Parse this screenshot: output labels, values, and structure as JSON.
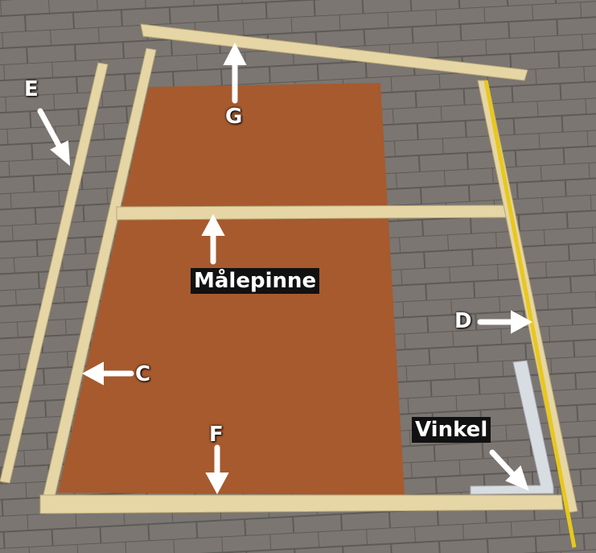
{
  "labels": {
    "E": "E",
    "G": "G",
    "malepinne": "Målepinne",
    "C": "C",
    "D": "D",
    "F": "F",
    "vinkel": "Vinkel"
  },
  "colors": {
    "pavement": "#7b7671",
    "plywood": "#a65a2e",
    "wood": "#e6d6a6",
    "tape": "#e8c81c"
  }
}
